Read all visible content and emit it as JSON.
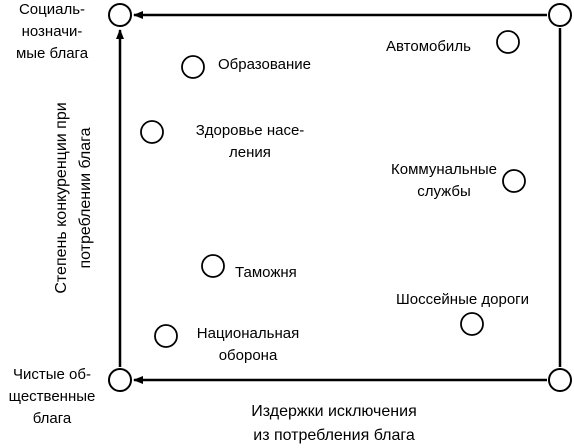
{
  "corners": {
    "top_left": "Социаль-\nнозначи-\nмые блага",
    "bottom_left": "Чистые об-\nщественные\nблага"
  },
  "axes": {
    "x_label": "Издержки исключения\nиз потребления блага",
    "y_label": "Степень конкуренции при\nпотреблении блага"
  },
  "goods": {
    "education": "Образование",
    "health": "Здоровье насе-\nления",
    "customs": "Таможня",
    "defense": "Национальная\nоборона",
    "car": "Автомобиль",
    "utilities": "Коммунальные\nслужбы",
    "highways": "Шоссейные дороги"
  },
  "colors": {
    "stroke": "#000000",
    "background": "#ffffff"
  }
}
